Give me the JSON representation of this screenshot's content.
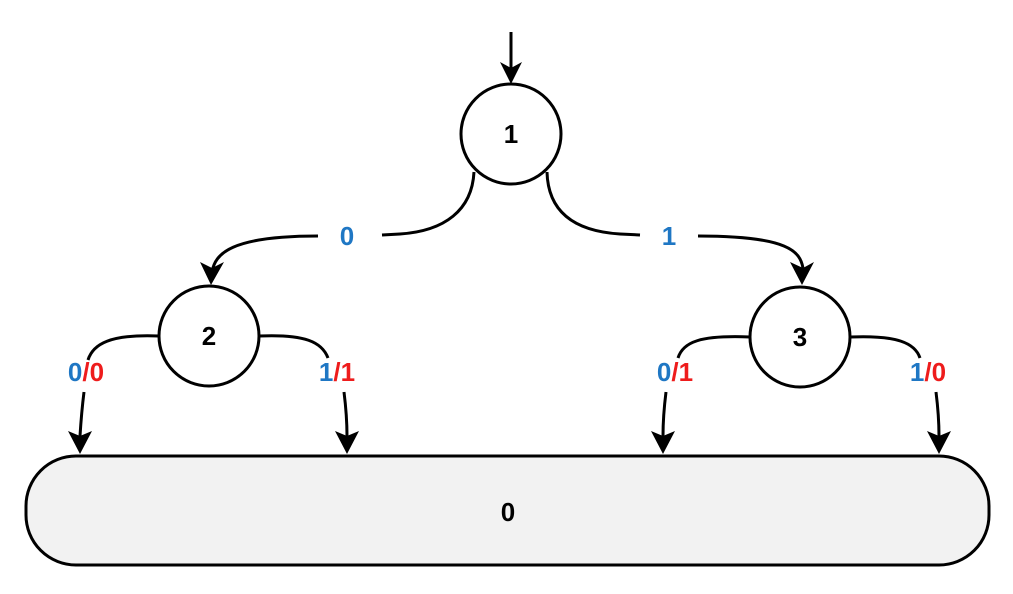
{
  "colors": {
    "input": "#1f77c4",
    "output": "#ee1c1c"
  },
  "nodes": {
    "n1": "1",
    "n2": "2",
    "n3": "3",
    "terminal": "0"
  },
  "edges": {
    "e1_2": {
      "input": "0"
    },
    "e1_3": {
      "input": "1"
    },
    "e2_0a": {
      "input": "0",
      "sep": "/",
      "output": "0"
    },
    "e2_0b": {
      "input": "1",
      "sep": "/",
      "output": "1"
    },
    "e3_0a": {
      "input": "0",
      "sep": "/",
      "output": "1"
    },
    "e3_0b": {
      "input": "1",
      "sep": "/",
      "output": "0"
    }
  }
}
